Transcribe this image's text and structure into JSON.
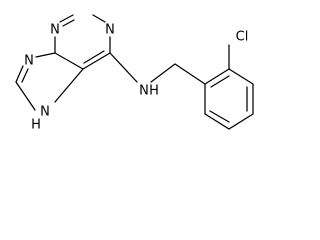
{
  "molecule": {
    "atoms": {
      "n1": "N",
      "n3": "N",
      "n7": "N",
      "n9": "N",
      "h9": "H",
      "nh": "N",
      "hh": "H",
      "cl": "Cl"
    }
  }
}
